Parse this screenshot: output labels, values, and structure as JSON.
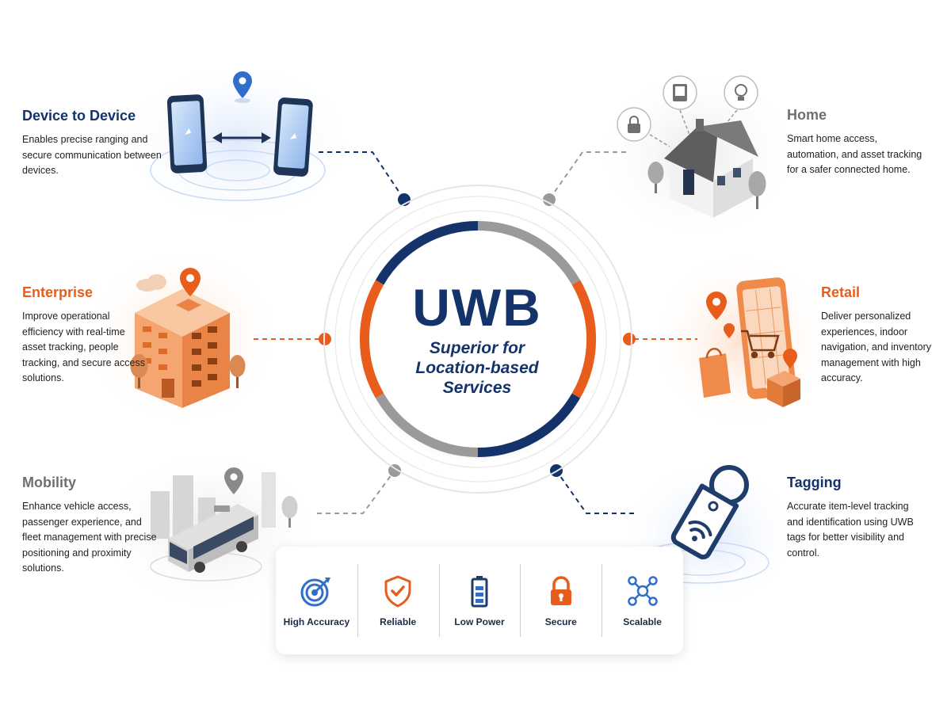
{
  "center": {
    "title": "UWB",
    "subtitle": "Superior for Location-based Services"
  },
  "use_cases": [
    {
      "id": "d2d",
      "title": "Device to Device",
      "description": "Enables precise ranging and secure communication between devices.",
      "color": "#14336b"
    },
    {
      "id": "enterprise",
      "title": "Enterprise",
      "description": "Improve operational efficiency with real-time asset tracking, people tracking, and secure access solutions.",
      "color": "#e85d1c"
    },
    {
      "id": "mobility",
      "title": "Mobility",
      "description": "Enhance vehicle access, passenger experience, and fleet management with precise positioning and proximity solutions.",
      "color": "#6f6f6f"
    },
    {
      "id": "home",
      "title": "Home",
      "description": "Smart home access, automation, and asset tracking for a safer connected home.",
      "color": "#6f6f6f"
    },
    {
      "id": "retail",
      "title": "Retail",
      "description": "Deliver personalized experiences, indoor navigation, and inventory management with high accuracy.",
      "color": "#e85d1c"
    },
    {
      "id": "tagging",
      "title": "Tagging",
      "description": "Accurate item-level tracking and identification using UWB tags for better visibility and control.",
      "color": "#14336b"
    }
  ],
  "features": [
    {
      "label": "High Accuracy",
      "icon": "target-icon"
    },
    {
      "label": "Reliable",
      "icon": "shield-check-icon"
    },
    {
      "label": "Low Power",
      "icon": "battery-icon"
    },
    {
      "label": "Secure",
      "icon": "padlock-icon"
    },
    {
      "label": "Scalable",
      "icon": "network-icon"
    }
  ],
  "colors": {
    "navy": "#14336b",
    "orange": "#e85d1c",
    "gray": "#9a9a9a",
    "feature_blue": "#2f6fc9"
  }
}
